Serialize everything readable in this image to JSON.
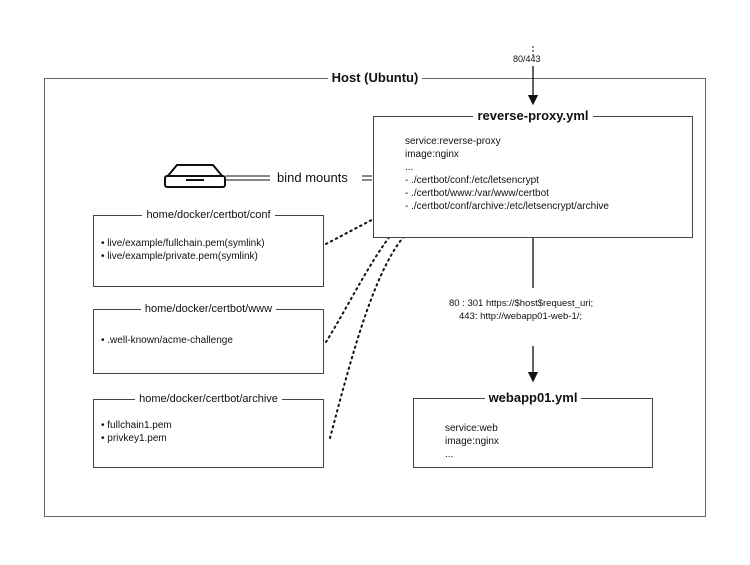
{
  "host": {
    "title": "Host (Ubuntu)"
  },
  "ports": {
    "label": "80/443"
  },
  "reverse_proxy": {
    "title": "reverse-proxy.yml",
    "lines": [
      "service:reverse-proxy",
      "image:nginx",
      "...",
      "- ./certbot/conf:/etc/letsencrypt",
      "- ./certbot/www:/var/www/certbot",
      "- ./certbot/conf/archive:/etc/letsencrypt/archive"
    ]
  },
  "bind_mounts": {
    "label": "bind mounts"
  },
  "routing": {
    "lines": [
      "80 : 301 https://$host$request_uri;",
      "443:  http://webapp01-web-1/;"
    ]
  },
  "webapp": {
    "title": "webapp01.yml",
    "lines": [
      "service:web",
      "image:nginx",
      "..."
    ]
  },
  "dirs": [
    {
      "title": "home/docker/certbot/conf",
      "items": [
        "live/example/fullchain.pem(symlink)",
        "live/example/private.pem(symlink)"
      ]
    },
    {
      "title": "home/docker/certbot/www",
      "items": [
        ".well-known/acme-challenge"
      ]
    },
    {
      "title": "home/docker/certbot/archive",
      "items": [
        "fullchain1.pem",
        "privkey1.pem"
      ]
    }
  ]
}
